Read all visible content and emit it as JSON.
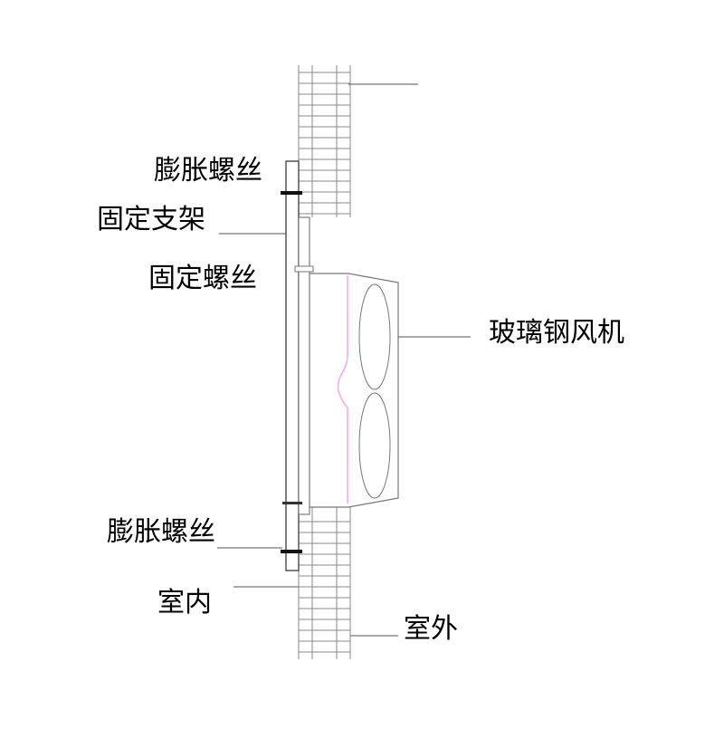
{
  "labels": {
    "expansion_screw_top": "膨胀螺丝",
    "fixed_bracket": "固定支架",
    "fixing_screw": "固定螺丝",
    "fan": "玻璃钢风机",
    "expansion_screw_bottom": "膨胀螺丝",
    "indoor": "室内",
    "outdoor": "室外"
  },
  "colors": {
    "line": "#555555",
    "grid": "#8a8a8a",
    "accent": "#f2a6ee",
    "text": "#000000"
  }
}
